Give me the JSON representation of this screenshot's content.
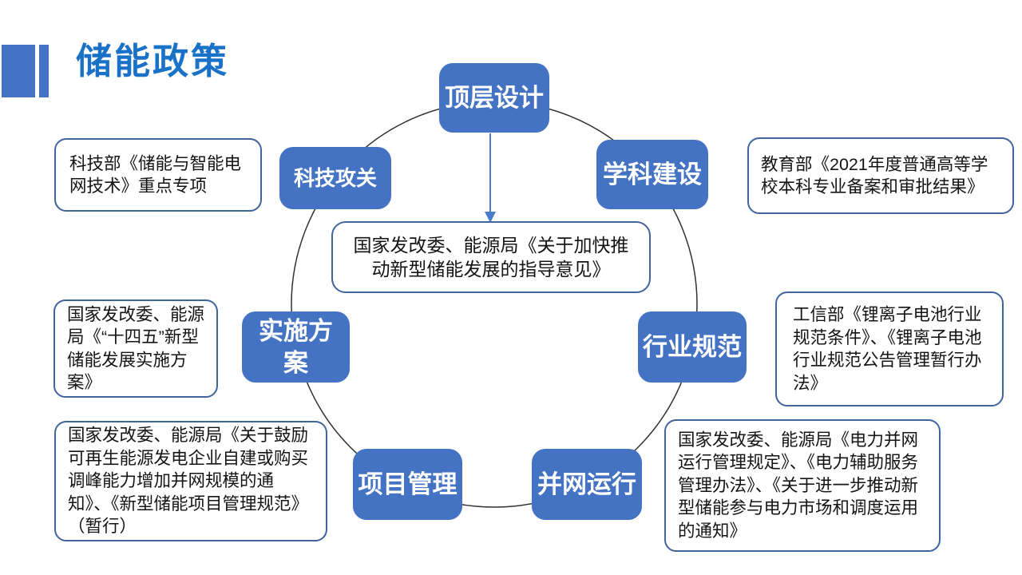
{
  "slide": {
    "title": "储能政策"
  },
  "colors": {
    "node_fill": "#4573C4",
    "node_text": "#FFFFFF",
    "title_blue": "#1A72C8",
    "title_bar_blue": "#4472C4",
    "callout_border": "#41649E",
    "circle_stroke": "#303030",
    "arrow_blue": "#4B7CC9",
    "body_text": "#141414"
  },
  "center_note": {
    "text": "国家发改委、能源局《关于加快推动新型储能发展的指导意见》"
  },
  "nodes": [
    {
      "id": "top-level-design",
      "label": "顶层设计"
    },
    {
      "id": "discipline-construction",
      "label": "学科建设"
    },
    {
      "id": "tech-research",
      "label": "科技攻关"
    },
    {
      "id": "industry-standards",
      "label": "行业规范"
    },
    {
      "id": "implementation-plan",
      "label": "实施方案"
    },
    {
      "id": "project-management",
      "label": "项目管理"
    },
    {
      "id": "grid-operation",
      "label": "并网运行"
    }
  ],
  "callouts": [
    {
      "id": "tech-ministry",
      "text": "科技部《储能与智能电网技术》重点专项"
    },
    {
      "id": "education-ministry",
      "text": "教育部《2021年度普通高等学校本科专业备案和审批结果》"
    },
    {
      "id": "miit-battery",
      "text": "工信部《锂离子电池行业规范条件》、《锂离子电池行业规范公告管理暂行办法》"
    },
    {
      "id": "ndrc-plan",
      "text": "国家发改委、能源局《“十四五”新型储能发展实施方案》"
    },
    {
      "id": "ndrc-project",
      "text": "国家发改委、能源局《关于鼓励可再生能源发电企业自建或购买调峰能力增加并网规模的通知》、《新型储能项目管理规范》（暂行）"
    },
    {
      "id": "ndrc-grid",
      "text": "国家发改委、能源局《电力并网运行管理规定》、《电力辅助服务管理办法》、《关于进一步推动新型储能参与电力市场和调度运用的通知》"
    }
  ]
}
